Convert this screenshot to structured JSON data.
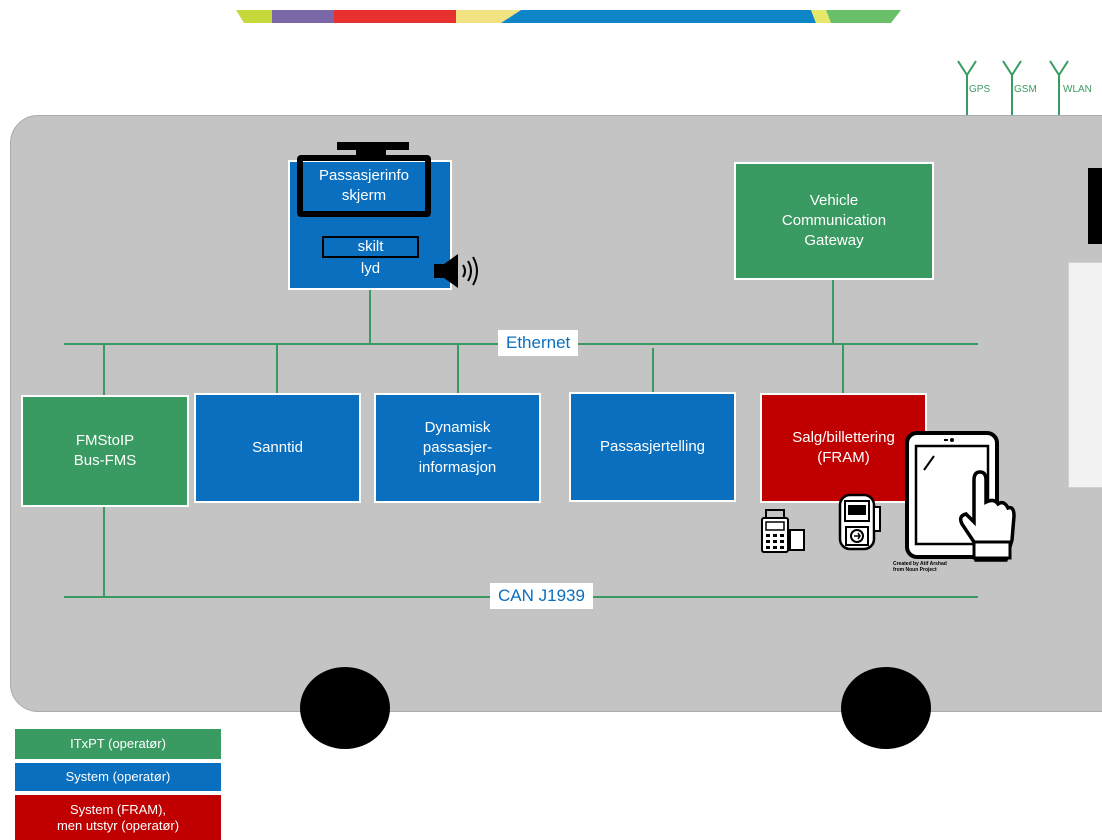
{
  "header_colors": [
    "#c6d93a",
    "#7a67a8",
    "#e8312f",
    "#f1e381",
    "#0e85c6",
    "#e7e76a",
    "#6abf69"
  ],
  "antennas": {
    "gps": "GPS",
    "gsm": "GSM",
    "wlan": "WLAN"
  },
  "passenger_info": {
    "screen_label": "Passasjerinfo\nskjerm",
    "sign_label": "skilt",
    "sound_label": "lyd"
  },
  "gateway": {
    "label": "Vehicle\nCommunication\nGateway"
  },
  "network": {
    "ethernet_label": "Ethernet",
    "can_label": "CAN J1939"
  },
  "systems": {
    "fmstoip": "FMStoIP\nBus-FMS",
    "sanntid": "Sanntid",
    "dynamisk": "Dynamisk\npassasjer-\ninformasjon",
    "telling": "Passasjertelling",
    "salg": "Salg/billettering\n(FRAM)"
  },
  "icon_credit": "Created by Atif Arshad\nfrom Noun Project",
  "legend": {
    "itxpt": "ITxPT (operatør)",
    "system_operator": "System (operatør)",
    "system_fram": "System (FRAM),\nmen utstyr (operatør)"
  },
  "colors": {
    "itxpt": "#3a9b62",
    "system": "#0a6fbf",
    "fram": "#c00000",
    "bus_body": "#c4c4c4"
  }
}
